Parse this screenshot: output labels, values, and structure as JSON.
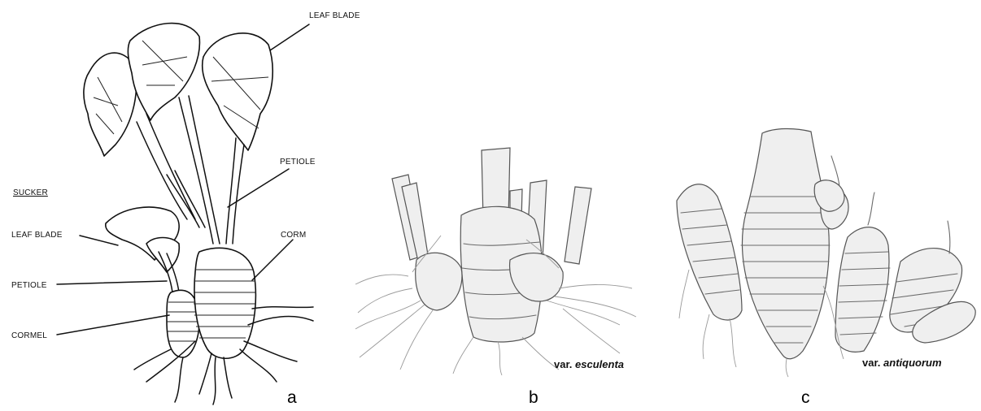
{
  "panel_a": {
    "labels": {
      "leaf_blade_top": "LEAF BLADE",
      "sucker": "SUCKER",
      "leaf_blade_left": "LEAF BLADE",
      "petiole_right": "PETIOLE",
      "corm": "CORM",
      "petiole_left": "PETIOLE",
      "cormel": "CORMEL"
    },
    "letter": "a"
  },
  "panel_b": {
    "caption_prefix": "var.",
    "caption_name": "esculenta",
    "letter": "b"
  },
  "panel_c": {
    "caption_prefix": "var.",
    "caption_name": "antiquorum",
    "letter": "c"
  }
}
